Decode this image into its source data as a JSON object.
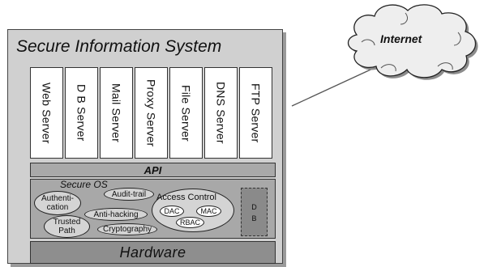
{
  "system": {
    "title": "Secure Information System",
    "services": [
      "Web Server",
      "D B Server",
      "Mail Server",
      "Proxy Server",
      "File Server",
      "DNS Server",
      "FTP Server"
    ],
    "api_label": "API",
    "secure_os": {
      "title": "Secure OS",
      "modules": {
        "authentication": "Authenti-\ncation",
        "audit_trail": "Audit-trail",
        "anti_hacking": "Anti-hacking",
        "trusted_path": "Trusted\nPath",
        "cryptography": "Cryptography"
      },
      "access_control": {
        "label": "Access Control",
        "dac": "DAC",
        "mac": "MAC",
        "rbac": "RBAC"
      },
      "db_letters": [
        "D",
        "B"
      ]
    },
    "hardware_label": "Hardware"
  },
  "internet": {
    "label": "Internet"
  }
}
